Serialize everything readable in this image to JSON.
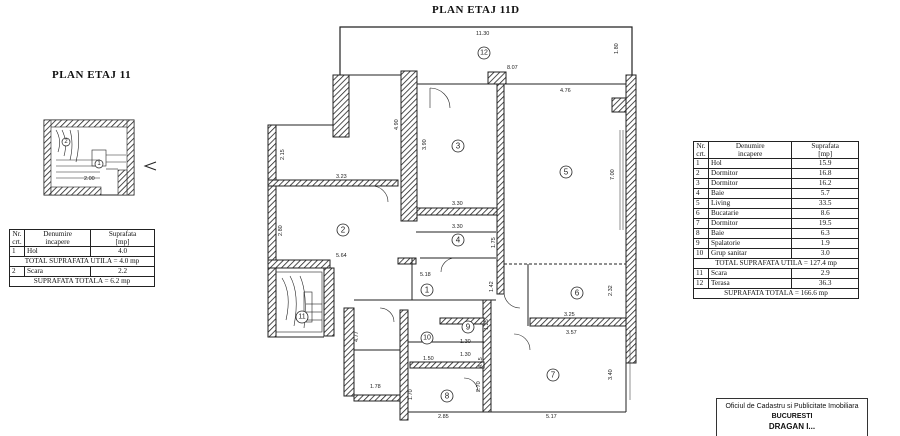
{
  "left_title": "PLAN ETAJ 11",
  "center_title": "PLAN ETAJ 11D",
  "left_table": {
    "headers": [
      "Nr.\ncrt.",
      "Denumire\nincapere",
      "Suprafata\n[mp]"
    ],
    "rows": [
      {
        "nr": "1",
        "name": "Hol",
        "area": "4.0"
      }
    ],
    "total_utila": "TOTAL SUPRAFATA UTILA = 4.0 mp",
    "extra_rows": [
      {
        "nr": "2",
        "name": "Scara",
        "area": "2.2"
      }
    ],
    "total": "SUPRAFATA TOTALA = 6.2 mp"
  },
  "right_table": {
    "headers": [
      "Nr.\ncrt.",
      "Denumire\nincapere",
      "Suprafata\n[mp]"
    ],
    "rows": [
      {
        "nr": "1",
        "name": "Hol",
        "area": "15.9"
      },
      {
        "nr": "2",
        "name": "Dormitor",
        "area": "16.8"
      },
      {
        "nr": "3",
        "name": "Dormitor",
        "area": "16.2"
      },
      {
        "nr": "4",
        "name": "Baie",
        "area": "5.7"
      },
      {
        "nr": "5",
        "name": "Living",
        "area": "33.5"
      },
      {
        "nr": "6",
        "name": "Bucatarie",
        "area": "8.6"
      },
      {
        "nr": "7",
        "name": "Dormitor",
        "area": "19.5"
      },
      {
        "nr": "8",
        "name": "Baie",
        "area": "6.3"
      },
      {
        "nr": "9",
        "name": "Spalatorie",
        "area": "1.9"
      },
      {
        "nr": "10",
        "name": "Grup sanitar",
        "area": "3.0"
      }
    ],
    "total_utila": "TOTAL SUPRAFATA UTILA = 127.4 mp",
    "extra_rows": [
      {
        "nr": "11",
        "name": "Scara",
        "area": "2.9"
      },
      {
        "nr": "12",
        "name": "Terasa",
        "area": "36.3"
      }
    ],
    "total": "SUPRAFATA TOTALA = 166.6 mp"
  },
  "dimensions": {
    "terrace_width": "11.30",
    "terrace_inner": "8.07",
    "terrace_side": "1.80",
    "living_width": "4.76",
    "living_height": "7.00",
    "r3_height": "4.90",
    "r3_depth": "3.90",
    "r3_width": "3.30",
    "left_top_h": "2.15",
    "r2_top": "3.23",
    "r2_height": "2.80",
    "r2_width": "5.64",
    "r4_width": "3.30",
    "r4_height": "1.75",
    "hall_width": "5.18",
    "hall_h1": "1.42",
    "r6_height": "2.32",
    "r6_width": "3.25",
    "r6_bottom": "3.57",
    "r7_height": "3.40",
    "r7_width": "5.17",
    "left_h": "4.77",
    "r10_w": "1.50",
    "r9_w": "1.30",
    "r9_w2": "1.30",
    "r9_h": "1.25",
    "r9_h2": "4.15",
    "r8_w": "2.85",
    "r8_h": "2.70",
    "left_bottom_w": "1.78",
    "small_h": "1.70",
    "stair_w": "2.00"
  },
  "room_numbers": [
    "1",
    "2",
    "3",
    "4",
    "5",
    "6",
    "7",
    "8",
    "9",
    "10",
    "11",
    "12"
  ],
  "left_stair_labels": [
    "1",
    "2"
  ],
  "stamp": {
    "line1": "Oficiul de Cadastru si Publicitate Imobiliara",
    "line2": "BUCURESTI",
    "line3": "DRAGAN I..."
  },
  "icons": [
    "north-arrow-icon"
  ]
}
